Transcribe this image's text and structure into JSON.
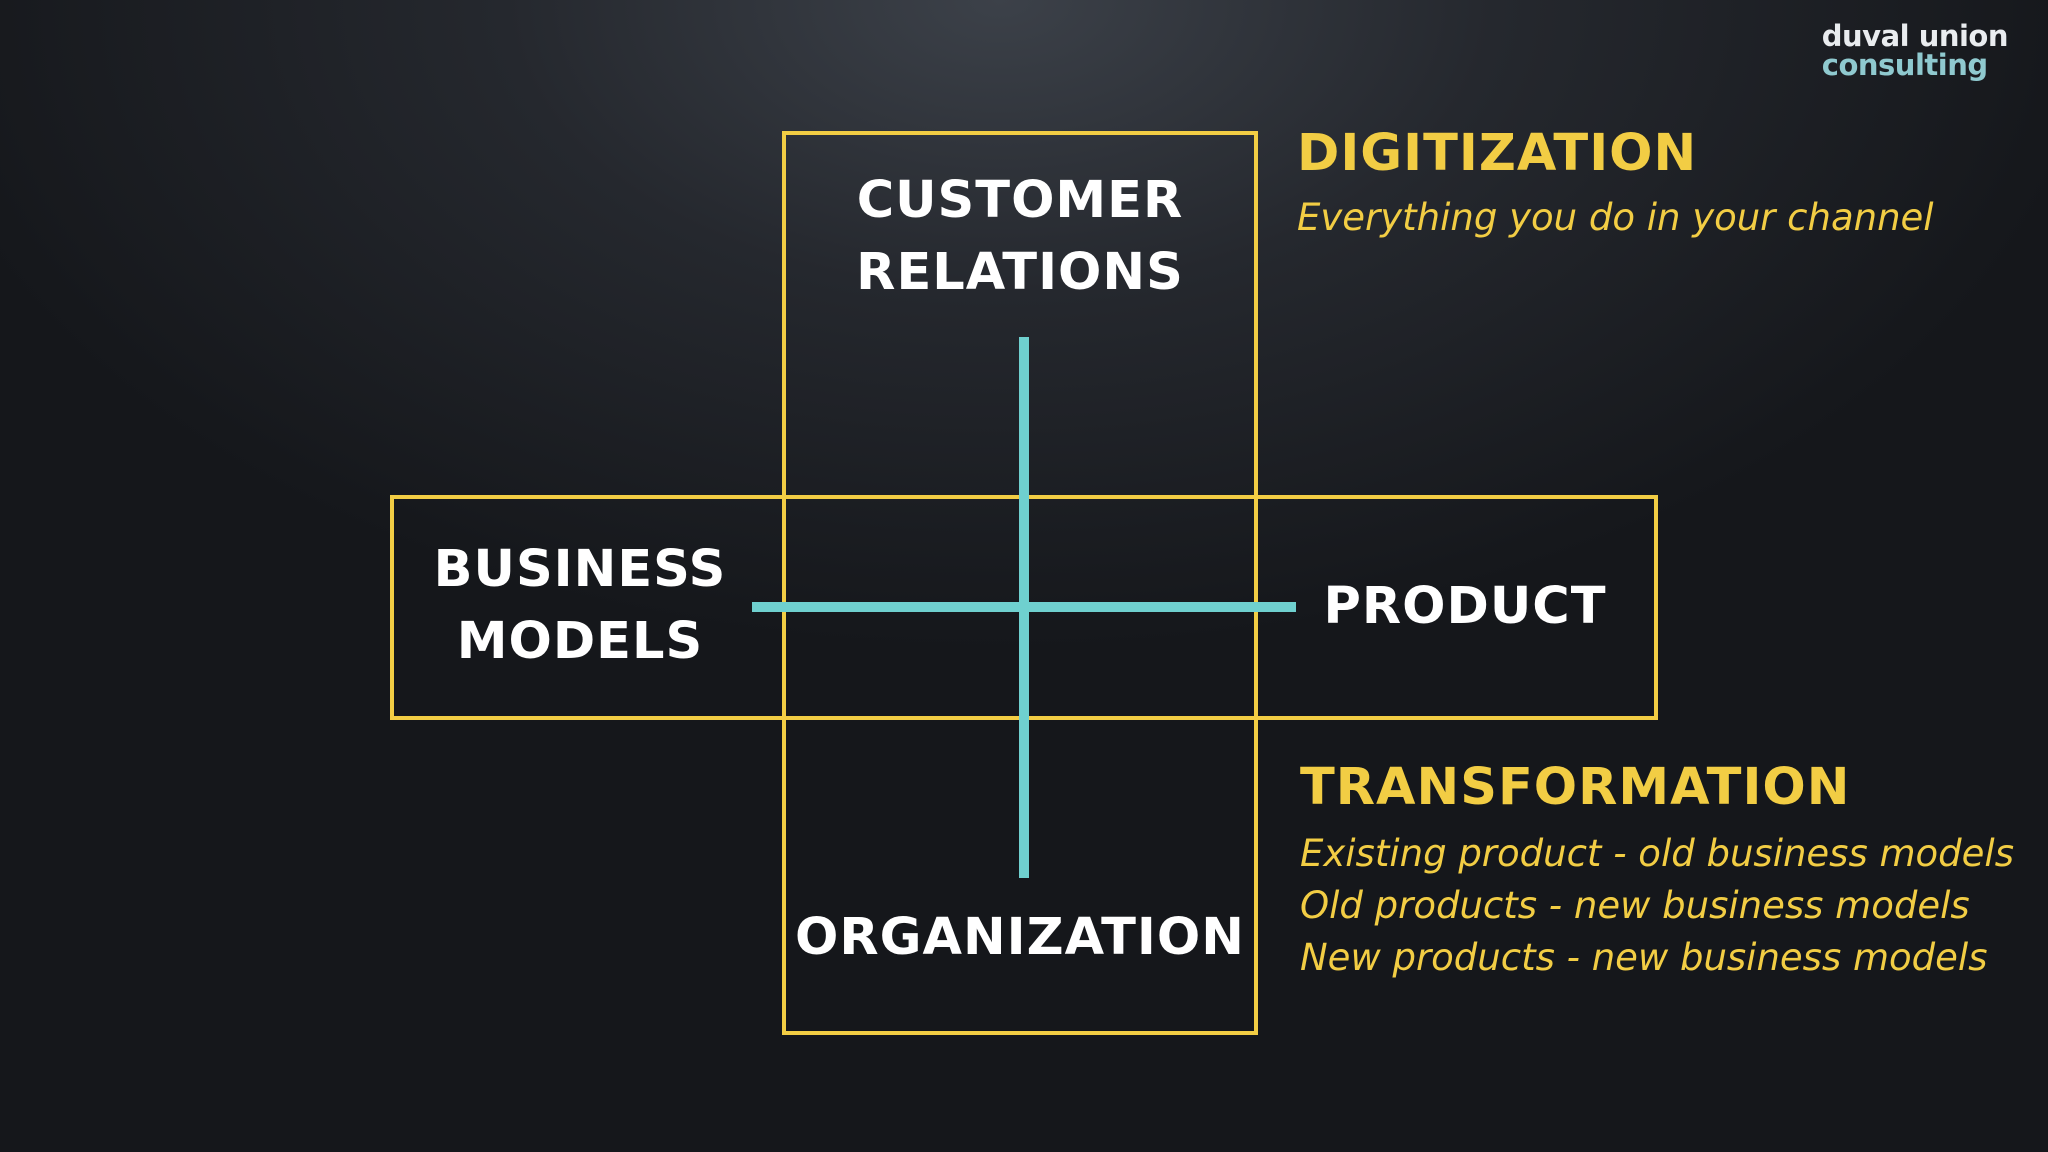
{
  "logo": {
    "line1": "duval union",
    "line2": "consulting"
  },
  "quadrant": {
    "top_label": "CUSTOMER RELATIONS",
    "top_lines": [
      "CUSTOMER",
      "RELATIONS"
    ],
    "left_lines": [
      "BUSINESS",
      "MODELS"
    ],
    "right_label": "PRODUCT",
    "bottom_label": "ORGANIZATION"
  },
  "digitization": {
    "title": "DIGITIZATION",
    "description": "Everything you do in your channel"
  },
  "transformation": {
    "title": "TRANSFORMATION",
    "items": [
      "Existing product - old business models",
      "Old products - new business models",
      "New products - new business models"
    ]
  },
  "colors": {
    "frame": "#f2cd44",
    "cross": "#6fd0cf",
    "label": "#ffffff",
    "accent_text": "#f2cd44"
  }
}
